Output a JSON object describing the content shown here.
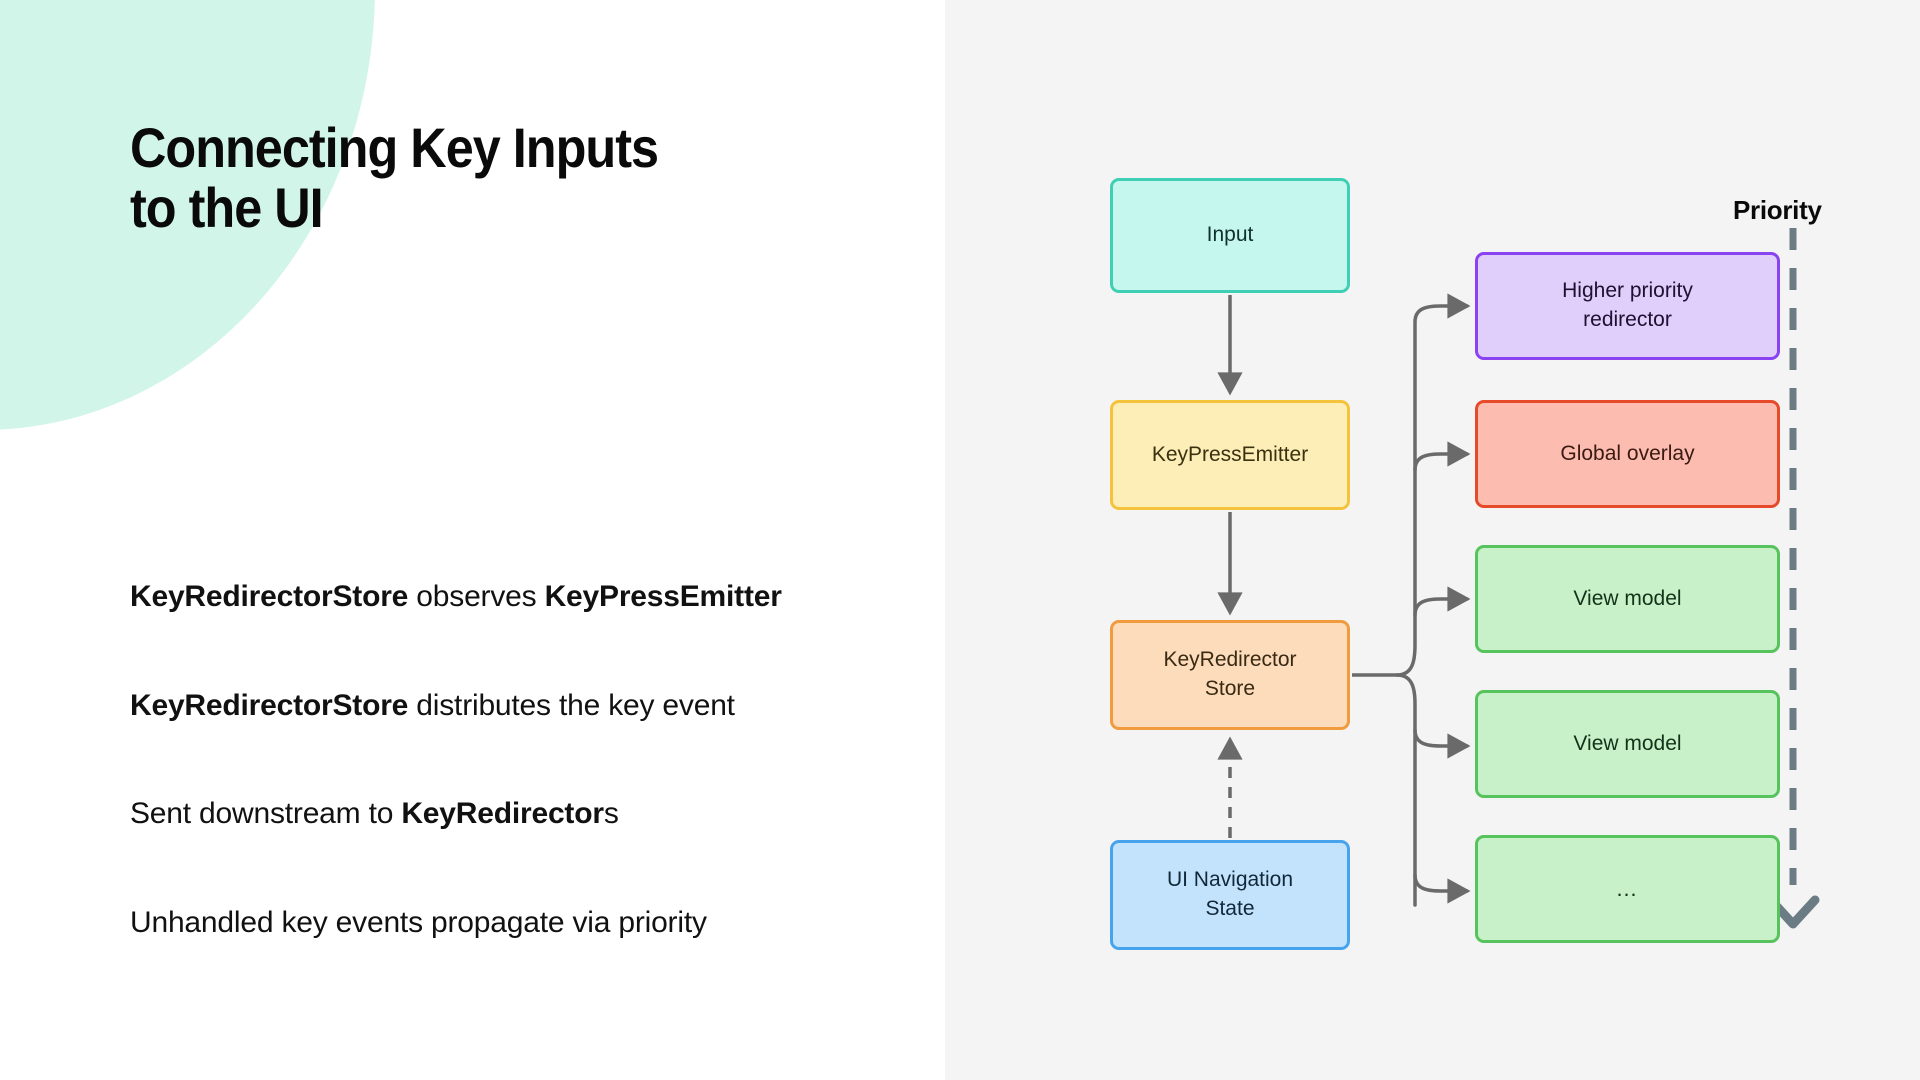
{
  "slide": {
    "title_lines": [
      "Connecting Key Inputs",
      "to the UI"
    ],
    "bullets": [
      [
        {
          "text": "KeyRedirectorStore",
          "bold": true
        },
        {
          "text": " observes ",
          "bold": false
        },
        {
          "text": "KeyPressEmitter",
          "bold": true
        }
      ],
      [
        {
          "text": "KeyRedirectorStore",
          "bold": true
        },
        {
          "text": " distributes the key event",
          "bold": false
        }
      ],
      [
        {
          "text": "Sent downstream to ",
          "bold": false
        },
        {
          "text": "KeyRedirector",
          "bold": true
        },
        {
          "text": "s",
          "bold": false
        }
      ],
      [
        {
          "text": "Unhandled key events propagate via priority",
          "bold": false
        }
      ]
    ]
  },
  "diagram": {
    "priority_label": "Priority",
    "nodes": {
      "input": {
        "label": "Input",
        "fill": "#c6f7ee",
        "border": "#3ecfb4"
      },
      "emitter": {
        "label": "KeyPressEmitter",
        "fill": "#fdeeb8",
        "border": "#f5c33b"
      },
      "store": {
        "line1": "KeyRedirector",
        "line2": "Store",
        "fill": "#fcdcba",
        "border": "#ef9b3e"
      },
      "nav": {
        "line1": "UI Navigation",
        "line2": "State",
        "fill": "#c2e3fb",
        "border": "#47a4ec"
      },
      "higher": {
        "line1": "Higher priority",
        "line2": "redirector",
        "fill": "#e0cefb",
        "border": "#8a43f0"
      },
      "overlay": {
        "label": "Global overlay",
        "fill": "#fcbdb0",
        "border": "#e54b2a"
      },
      "vm1": {
        "label": "View model",
        "fill": "#c8f1ca",
        "border": "#56c35c"
      },
      "vm2": {
        "label": "View model",
        "fill": "#c8f1ca",
        "border": "#56c35c"
      },
      "more": {
        "label": "…",
        "fill": "#c8f1ca",
        "border": "#56c35c"
      }
    },
    "edges": [
      {
        "from": "input",
        "to": "emitter",
        "style": "solid",
        "arrow": "down"
      },
      {
        "from": "emitter",
        "to": "store",
        "style": "solid",
        "arrow": "down"
      },
      {
        "from": "nav",
        "to": "store",
        "style": "dashed",
        "arrow": "up"
      },
      {
        "from": "store",
        "to": "higher",
        "style": "solid",
        "arrow": "right"
      },
      {
        "from": "store",
        "to": "overlay",
        "style": "solid",
        "arrow": "right"
      },
      {
        "from": "store",
        "to": "vm1",
        "style": "solid",
        "arrow": "right"
      },
      {
        "from": "store",
        "to": "vm2",
        "style": "solid",
        "arrow": "right"
      },
      {
        "from": "store",
        "to": "more",
        "style": "solid",
        "arrow": "right"
      }
    ],
    "priority_axis": {
      "style": "dashed",
      "arrow": "down",
      "color": "#6b7c85"
    }
  },
  "colors": {
    "left_background": "#ffffff",
    "right_background": "#f4f4f4",
    "accent_blob": "#d2f5ea",
    "edge": "#6a6a6a",
    "text": "#111111"
  }
}
